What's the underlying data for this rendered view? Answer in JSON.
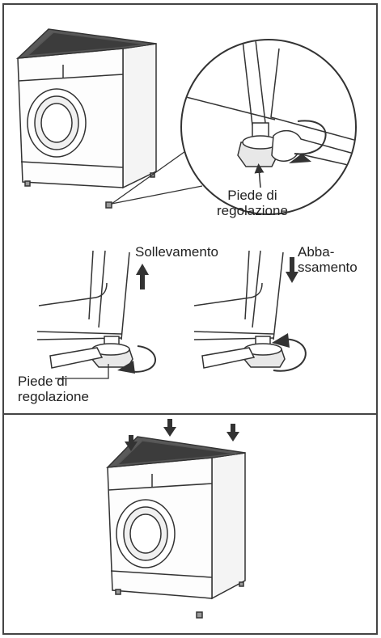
{
  "panels": [
    {
      "labels": {
        "foot_label_top": [
          "Piede di",
          "regolazione"
        ],
        "raise_label": "Sollevamento",
        "lower_label": [
          "Abba-",
          "ssamento"
        ],
        "foot_label_bottom": [
          "Piede di",
          "regolazione"
        ]
      }
    },
    {
      "labels": {}
    }
  ],
  "icons": [
    "washing-machine",
    "magnifier-circle",
    "wrench",
    "adjusting-foot",
    "rotation-arrow",
    "up-arrow",
    "down-arrow",
    "press-arrow"
  ],
  "colors": {
    "line": "#333333",
    "top": "#555555",
    "frame": "#444444"
  }
}
